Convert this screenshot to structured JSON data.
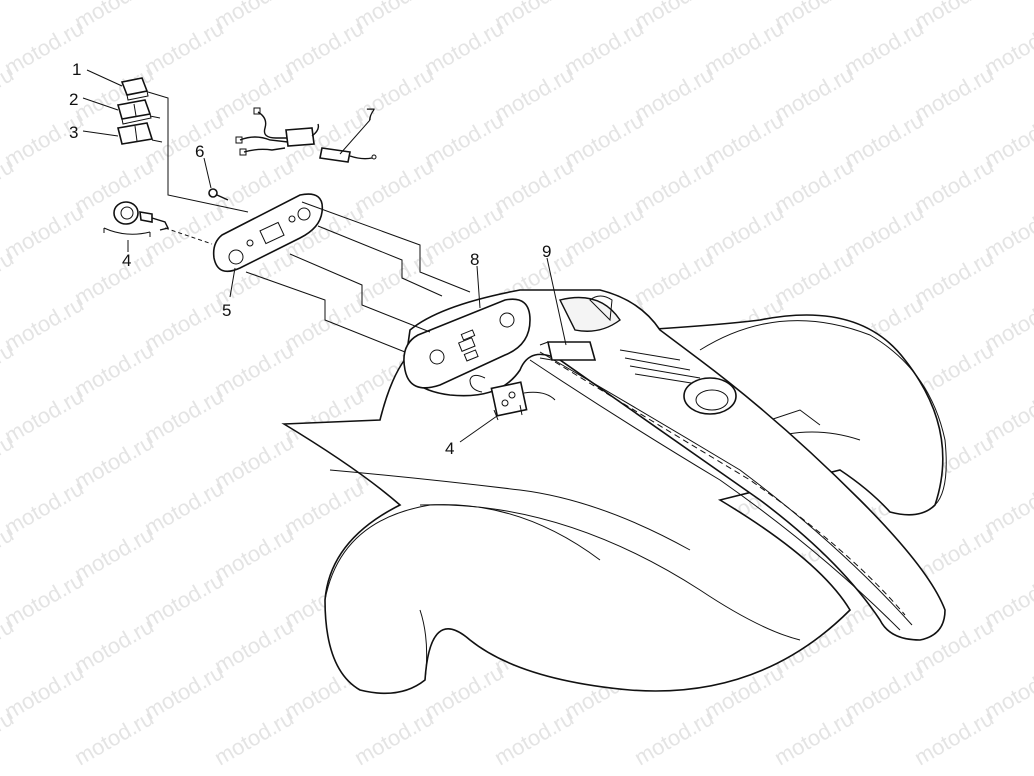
{
  "watermark": {
    "text": "motod.ru"
  },
  "callouts": [
    {
      "id": "1",
      "label": "1"
    },
    {
      "id": "2",
      "label": "2"
    },
    {
      "id": "3",
      "label": "3"
    },
    {
      "id": "4a",
      "label": "4"
    },
    {
      "id": "4b",
      "label": "4"
    },
    {
      "id": "5",
      "label": "5"
    },
    {
      "id": "6",
      "label": "6"
    },
    {
      "id": "7",
      "label": "7"
    },
    {
      "id": "8",
      "label": "8"
    },
    {
      "id": "9",
      "label": "9"
    }
  ]
}
